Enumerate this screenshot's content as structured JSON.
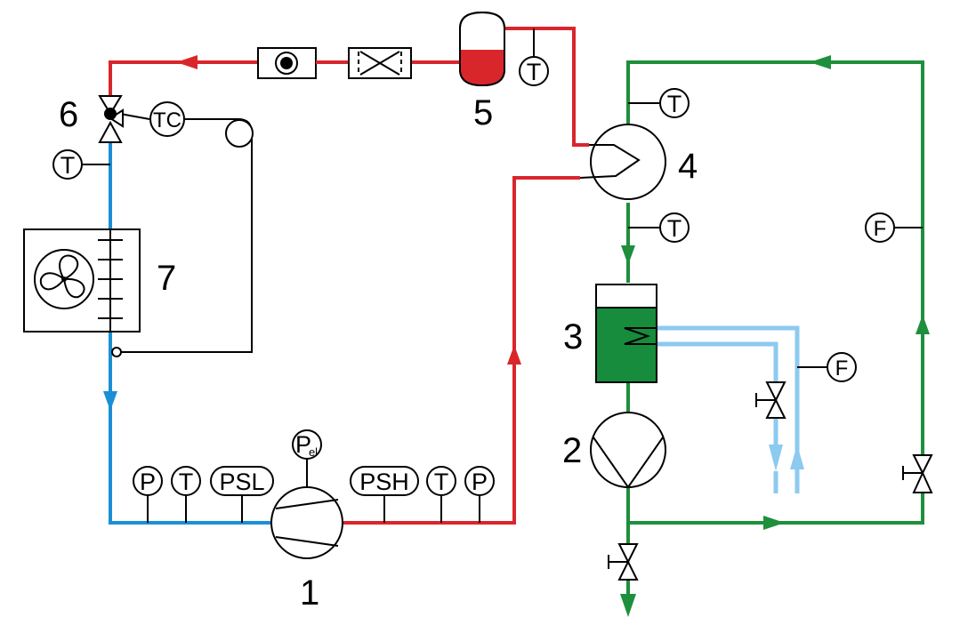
{
  "colors": {
    "hot_line": "#d9262b",
    "cold_line": "#1b8fd6",
    "water_line": "#1e8f3c",
    "light_water": "#8ccaf0",
    "tank_fill": "#168c3c",
    "receiver_fill": "#d9262b",
    "black": "#000000"
  },
  "components": {
    "compressor": "1",
    "pump": "2",
    "storage_tank": "3",
    "condenser": "4",
    "receiver": "5",
    "expansion_valve": "6",
    "evaporator": "7"
  },
  "instruments": {
    "receiver_temp": "T",
    "condenser_water_out_temp": "T",
    "condenser_water_in_temp": "T",
    "flow_loop": "F",
    "flow_tank": "F",
    "evaporator_inlet_temp": "T",
    "thermostatic_control": "TC",
    "suction_pressure": "P",
    "suction_temp": "T",
    "low_pressure_switch": "PSL",
    "power_meter_main": "P",
    "power_meter_sub": "el",
    "high_pressure_switch": "PSH",
    "discharge_temp": "T",
    "discharge_pressure": "P"
  },
  "icons": {
    "sight_glass": "sight-glass-icon",
    "filter_drier": "filter-drier-icon",
    "fan": "fan-icon",
    "valve": "valve-icon",
    "heat_exchanger_coil": "coil-icon"
  }
}
